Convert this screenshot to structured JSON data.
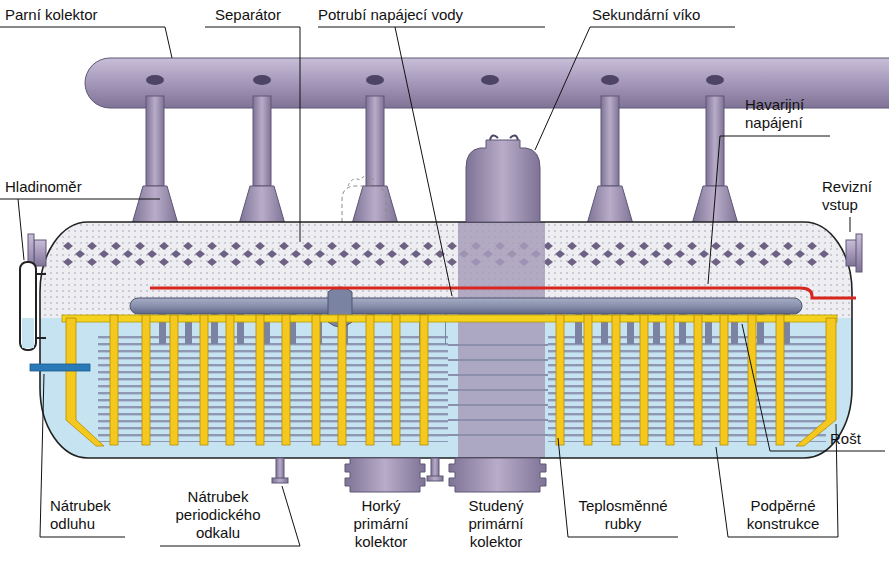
{
  "diagram": {
    "labels": [
      "Parní kolektor",
      "Separátor",
      "Potrubí napájecí vody",
      "Sekundární víko",
      "Havarijní napájení",
      "Revizní vstup",
      "Hladinoměr",
      "Rošt",
      "Nátrubek odluhu",
      "Nátrubek periodického odkalu",
      "Horký primární kolektor",
      "Studený primární kolektor",
      "Teplosměnné rubky",
      "Podpěrné konstrukce"
    ]
  }
}
